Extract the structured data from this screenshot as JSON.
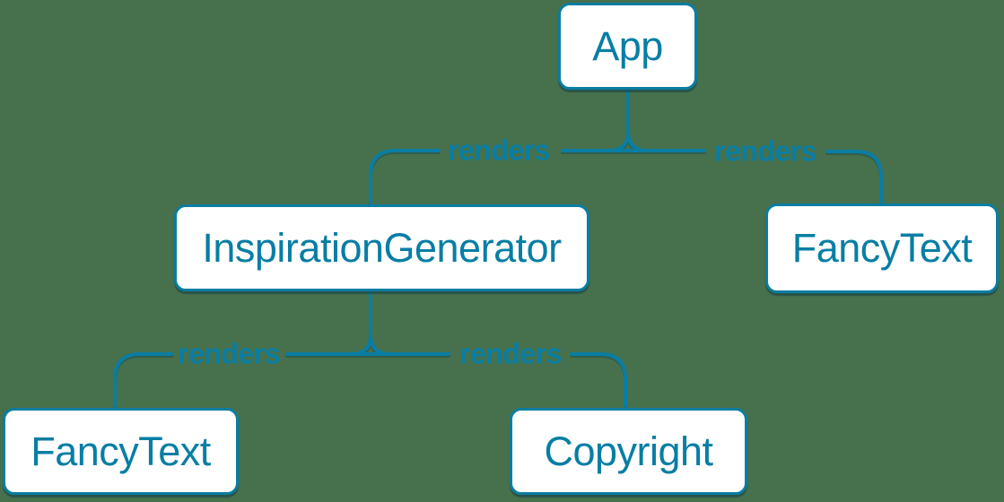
{
  "colors": {
    "background": "#47714C",
    "accent": "#0A7DA3",
    "node-text": "#087EA4",
    "node-bg": "#FFFFFF",
    "shadow": "rgba(5,48,69,0.45)"
  },
  "diagram": {
    "type": "component-render-tree",
    "nodes": [
      {
        "id": "app",
        "label": "App"
      },
      {
        "id": "inspiration-generator",
        "label": "InspirationGenerator"
      },
      {
        "id": "fancy-text-top",
        "label": "FancyText"
      },
      {
        "id": "fancy-text-bottom",
        "label": "FancyText"
      },
      {
        "id": "copyright",
        "label": "Copyright"
      }
    ],
    "edges": [
      {
        "from": "App",
        "to": "InspirationGenerator",
        "label": "renders"
      },
      {
        "from": "App",
        "to": "FancyText",
        "label": "renders"
      },
      {
        "from": "InspirationGenerator",
        "to": "FancyText",
        "label": "renders"
      },
      {
        "from": "InspirationGenerator",
        "to": "Copyright",
        "label": "renders"
      }
    ]
  }
}
